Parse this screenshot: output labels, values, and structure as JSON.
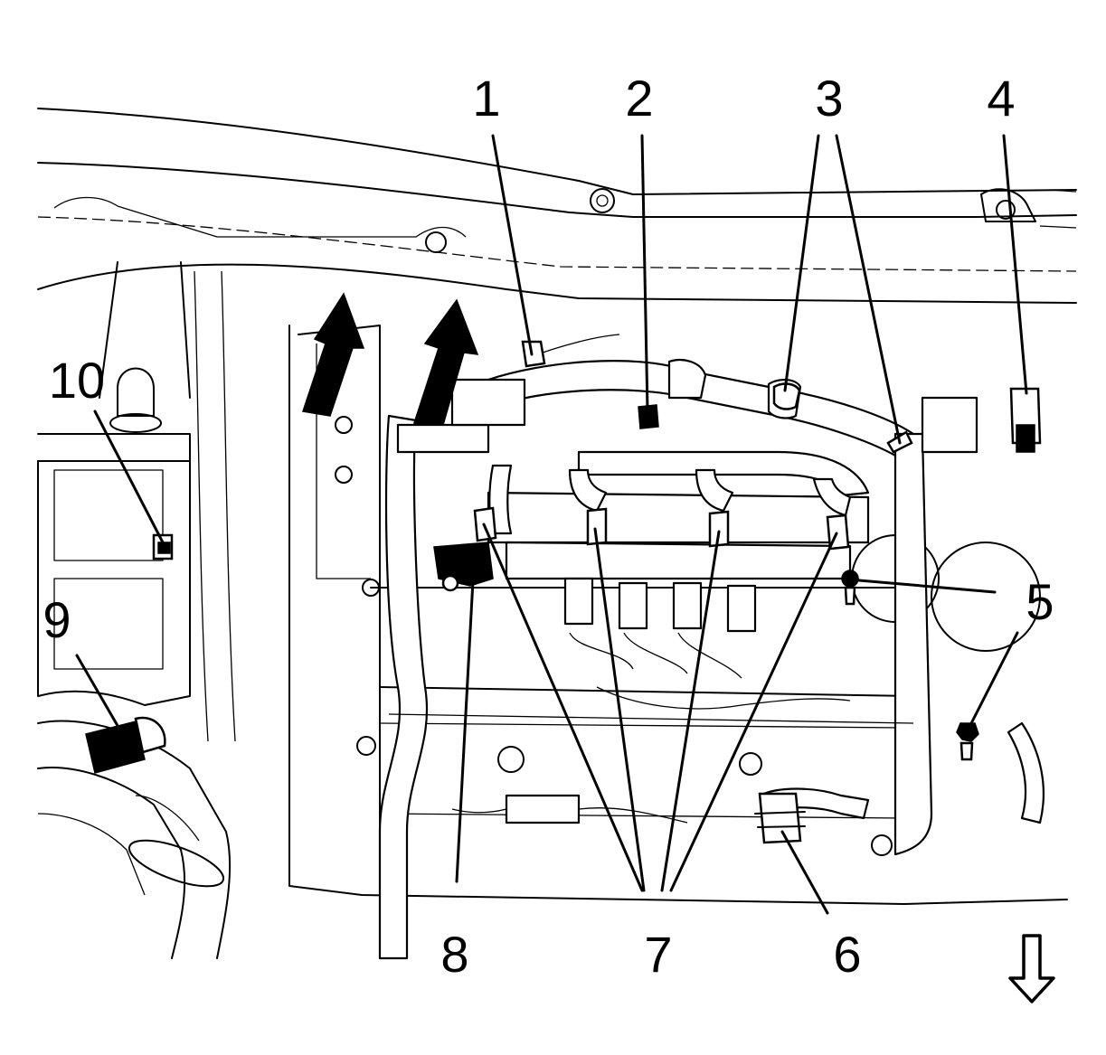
{
  "callouts": [
    {
      "label": "1"
    },
    {
      "label": "2"
    },
    {
      "label": "3"
    },
    {
      "label": "4"
    },
    {
      "label": "5"
    },
    {
      "label": "6"
    },
    {
      "label": "7"
    },
    {
      "label": "8"
    },
    {
      "label": "9"
    },
    {
      "label": "10"
    }
  ],
  "colors": {
    "ink": "#000000",
    "paper": "#ffffff"
  }
}
